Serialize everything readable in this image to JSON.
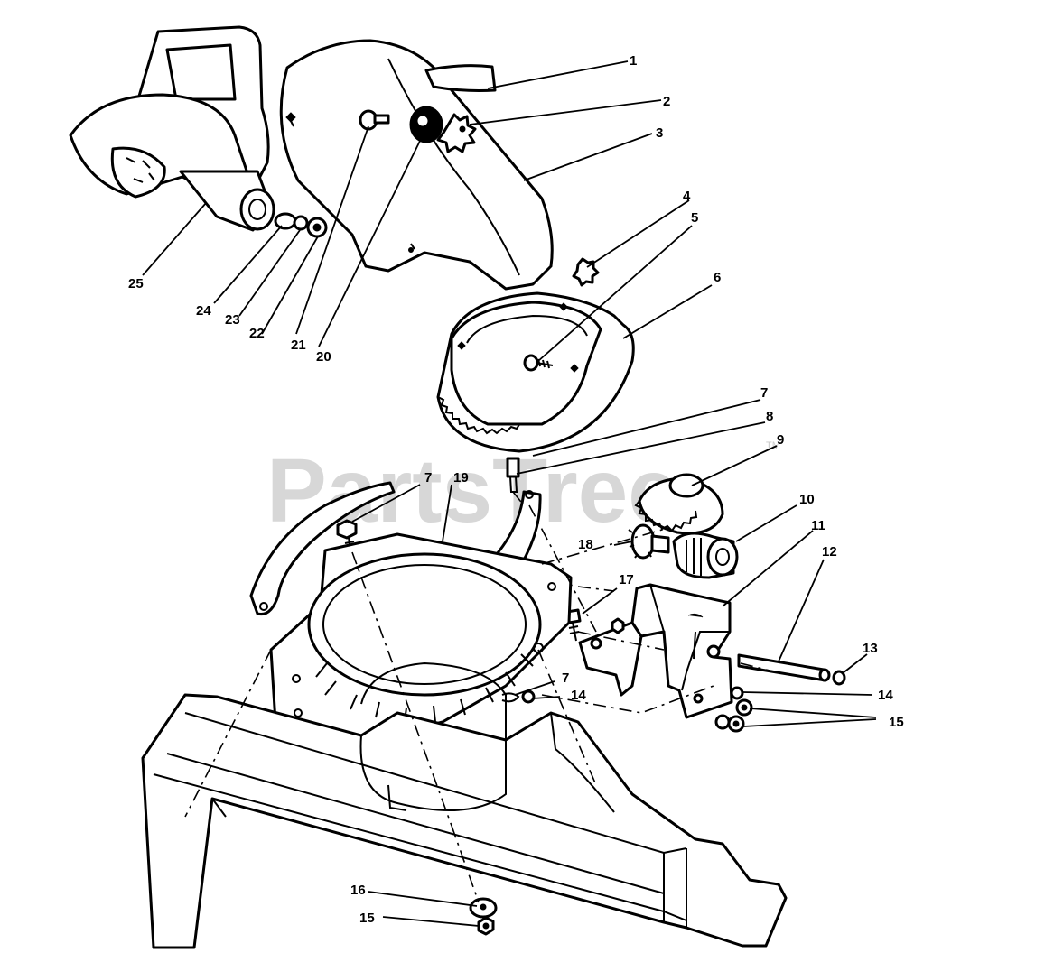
{
  "diagram": {
    "callouts": [
      "1",
      "2",
      "3",
      "4",
      "5",
      "6",
      "7",
      "8",
      "9",
      "10",
      "11",
      "12",
      "13",
      "14",
      "15",
      "16",
      "15",
      "14",
      "7",
      "7",
      "17",
      "18",
      "19",
      "20",
      "21",
      "22",
      "23",
      "24",
      "25"
    ]
  },
  "watermark": {
    "text": "PartsTree",
    "trademark": "TM"
  }
}
